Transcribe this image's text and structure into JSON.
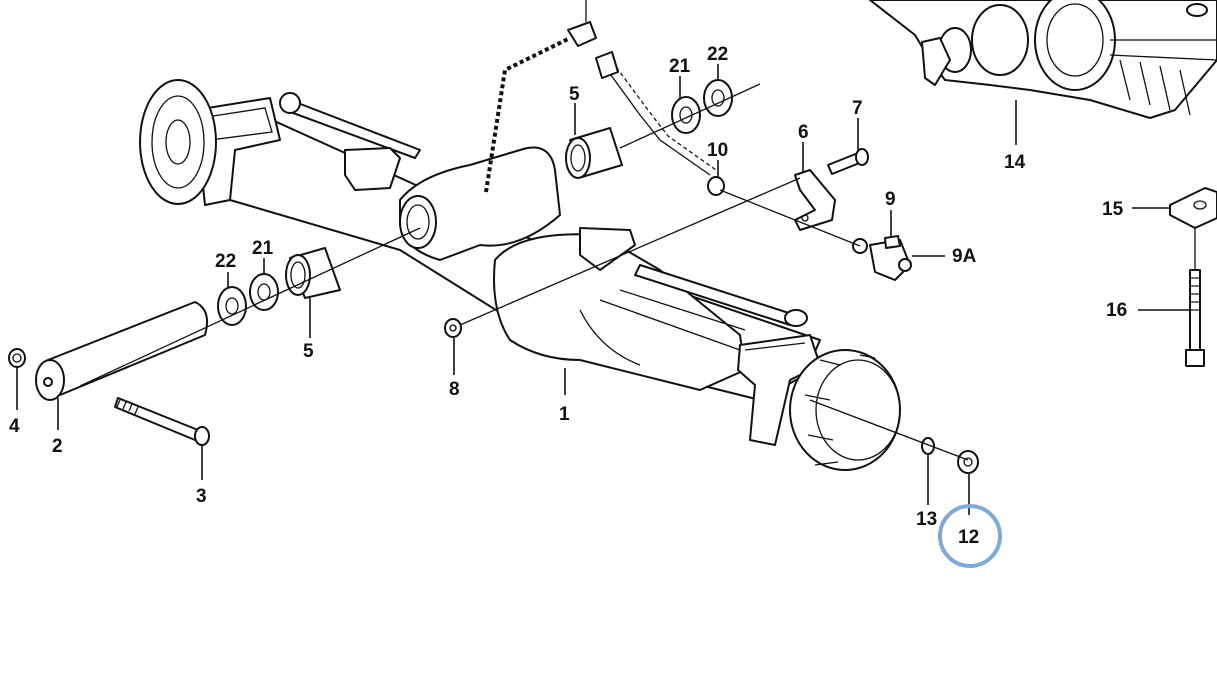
{
  "diagram": {
    "highlight_color": "#7fa9d6",
    "line_color": "#111111",
    "background": "#ffffff",
    "callouts": {
      "c1": "1",
      "c2": "2",
      "c3": "3",
      "c4": "4",
      "c5a": "5",
      "c5b": "5",
      "c6": "6",
      "c7": "7",
      "c8": "8",
      "c9": "9",
      "c9a": "9A",
      "c10": "10",
      "c12": "12",
      "c13": "13",
      "c14": "14",
      "c15": "15",
      "c16": "16",
      "c21a": "21",
      "c21b": "21",
      "c22a": "22",
      "c22b": "22"
    },
    "highlighted_part": "12"
  }
}
